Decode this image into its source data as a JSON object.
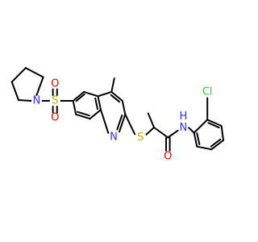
{
  "molecule": {
    "colors": {
      "N": "#3333ff",
      "O": "#ff0000",
      "S": "#b2b200",
      "Cl": "#33cc33",
      "H": "#3333ff",
      "C": "#000000"
    },
    "atom_labels": {
      "n_pyrrolidine": "N",
      "s_sulfonyl": "S",
      "o_sulfonyl_top": "O",
      "o_sulfonyl_bottom": "O",
      "n_quinoline": "N",
      "s_thioether": "S",
      "o_carbonyl": "O",
      "n_amide": "N",
      "h_amide": "H",
      "cl_chloro": "Cl"
    }
  }
}
